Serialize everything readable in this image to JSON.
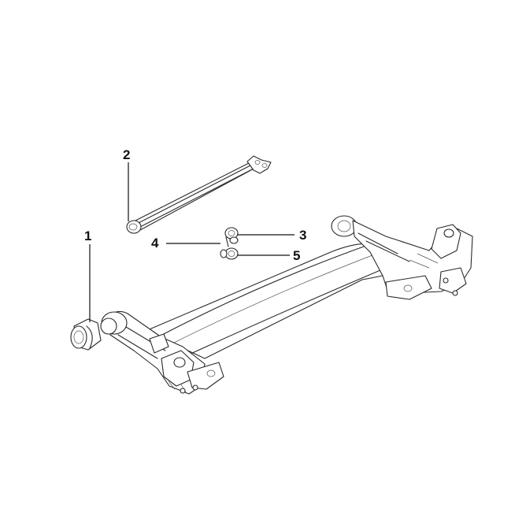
{
  "diagram": {
    "callouts": [
      {
        "id": "1",
        "label": "1"
      },
      {
        "id": "2",
        "label": "2"
      },
      {
        "id": "3",
        "label": "3"
      },
      {
        "id": "4",
        "label": "4"
      },
      {
        "id": "5",
        "label": "5"
      }
    ],
    "colors": {
      "line": "#2a2a2a",
      "background": "#ffffff",
      "label": "#111111"
    }
  }
}
